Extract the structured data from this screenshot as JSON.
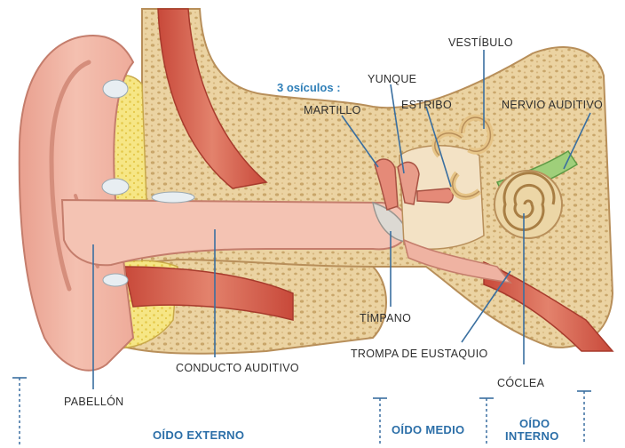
{
  "labels": {
    "vestibulo": "VESTÍBULO",
    "yunque": "YUNQUE",
    "osiculos": "3 osículos :",
    "martillo": "MARTILLO",
    "estribo": "ESTRIBO",
    "nervio": "NERVIO AUDITIVO",
    "timpano": "TÍMPANO",
    "trompa": "TROMPA DE EUSTAQUIO",
    "conducto": "CONDUCTO AUDITIVO",
    "coclea": "CÓCLEA",
    "pabellon": "PABELLÓN"
  },
  "sections": {
    "externo": "OÍDO EXTERNO",
    "medio": "OÍDO MEDIO",
    "interno_1": "OÍDO",
    "interno_2": "INTERNO"
  },
  "colors": {
    "skin": "#f2b7a6",
    "skin_dark": "#d98f80",
    "bone": "#e9cf9a",
    "bone_dot": "#c9a66a",
    "cartilage": "#f5e27a",
    "muscle": "#d9604c",
    "label_line": "#3a6fa0",
    "section_blue": "#2c6fa8"
  }
}
